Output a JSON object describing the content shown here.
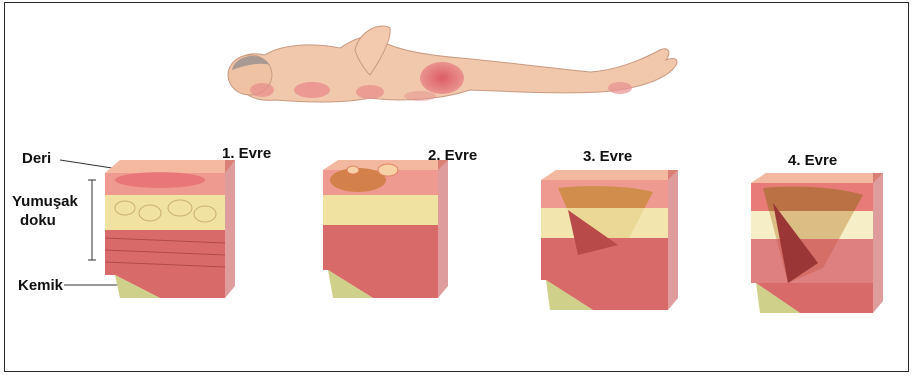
{
  "labels": {
    "skin": "Deri",
    "soft_tissue_1": "Yumuşak",
    "soft_tissue_2": "doku",
    "bone": "Kemik"
  },
  "stages": [
    {
      "label": "1. Evre"
    },
    {
      "label": "2. Evre"
    },
    {
      "label": "3. Evre"
    },
    {
      "label": "4. Evre"
    }
  ],
  "colors": {
    "skin": "#f2c4a8",
    "wound": "#e0505a",
    "fat": "#f0e2a0",
    "muscle": "#d96a6a",
    "bone": "#cfd18a",
    "frame": "#2a2a2a"
  }
}
